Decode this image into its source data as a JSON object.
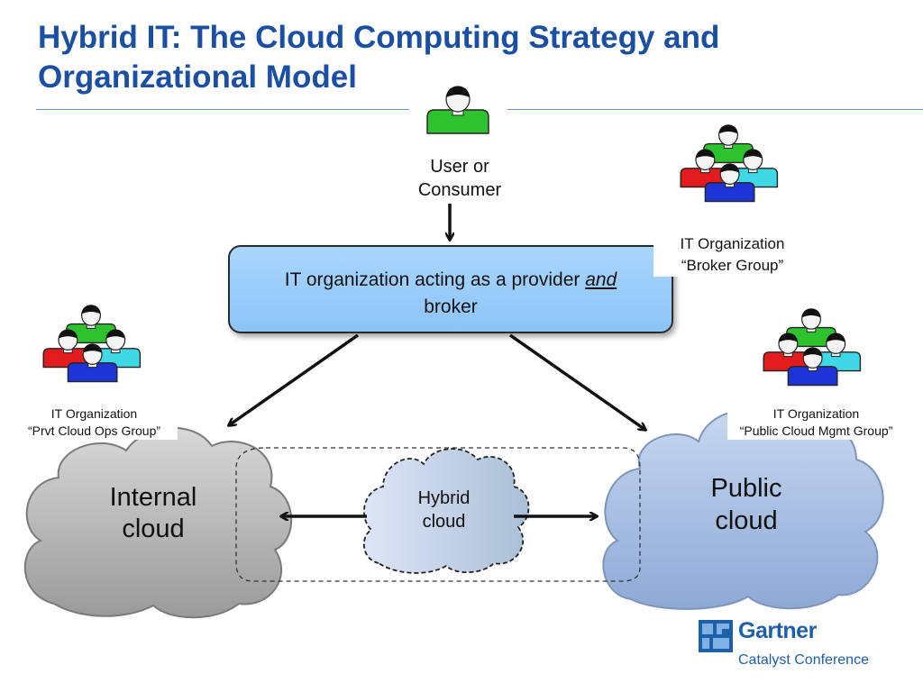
{
  "slide": {
    "title_line1": "Hybrid IT: The Cloud Computing Strategy and",
    "title_line2": "Organizational Model"
  },
  "user": {
    "label_line1": "User or",
    "label_line2": "Consumer"
  },
  "provider_box": {
    "text_before": "IT organization acting as a provider ",
    "text_emphasis": "and",
    "text_after": "broker"
  },
  "broker_group": {
    "line1": "IT Organization",
    "line2": "“Broker Group”"
  },
  "private_group": {
    "line1": "IT Organization",
    "line2": "“Prvt Cloud Ops Group”"
  },
  "public_group": {
    "line1": "IT Organization",
    "line2": "“Public Cloud Mgmt Group”"
  },
  "clouds": {
    "internal": {
      "line1": "Internal",
      "line2": "cloud"
    },
    "hybrid": {
      "line1": "Hybrid",
      "line2": "cloud"
    },
    "public": {
      "line1": "Public",
      "line2": "cloud"
    }
  },
  "logo": {
    "brand": "Gartner",
    "subtitle": "Catalyst Conference"
  },
  "colors": {
    "title": "#1a4fa3",
    "provider_box": "#9ccdfb",
    "internal_cloud": "#b5b5b5",
    "public_cloud": "#a6bde0",
    "hybrid_cloud": "#c9d3ee"
  }
}
